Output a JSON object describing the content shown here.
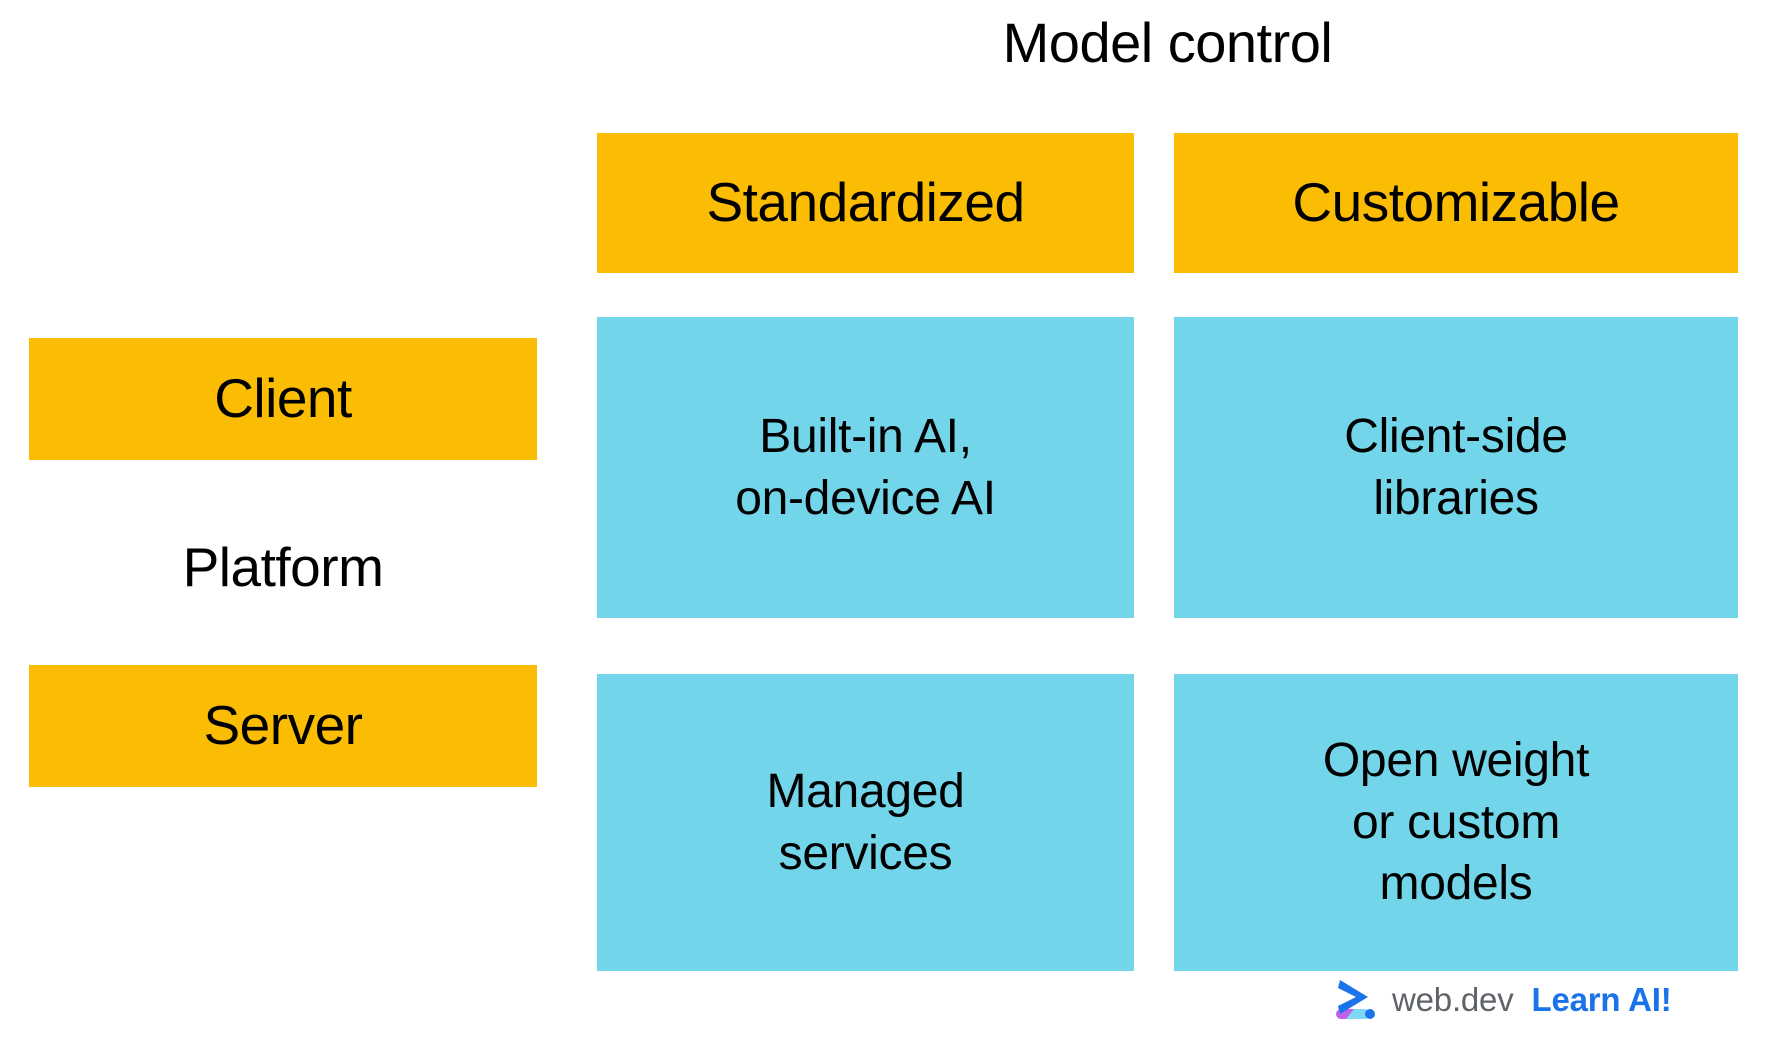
{
  "title": "Model control",
  "colors": {
    "yellow": "#fbbc04",
    "cyan": "#72d5ea",
    "text": "#000000",
    "brand_gray": "#5f6368",
    "brand_blue": "#1a73e8",
    "logo_blue": "#1a73e8",
    "logo_purple": "#c060e8",
    "logo_cyan": "#7fd8f5",
    "background": "#ffffff"
  },
  "axes": {
    "column_axis_label": "Model control",
    "row_axis_label": "Platform"
  },
  "columns": [
    {
      "id": "standardized",
      "label": "Standardized"
    },
    {
      "id": "customizable",
      "label": "Customizable"
    }
  ],
  "rows": [
    {
      "id": "client",
      "label": "Client"
    },
    {
      "id": "server",
      "label": "Server"
    }
  ],
  "cells": {
    "client_standardized": "Built-in AI,\non-device AI",
    "client_customizable": "Client-side\nlibraries",
    "server_standardized": "Managed\nservices",
    "server_customizable": "Open weight\nor custom\nmodels"
  },
  "brand": {
    "mark": "webdev-chevron-logo",
    "wordmark": "web.dev",
    "tagline": "Learn AI!"
  }
}
